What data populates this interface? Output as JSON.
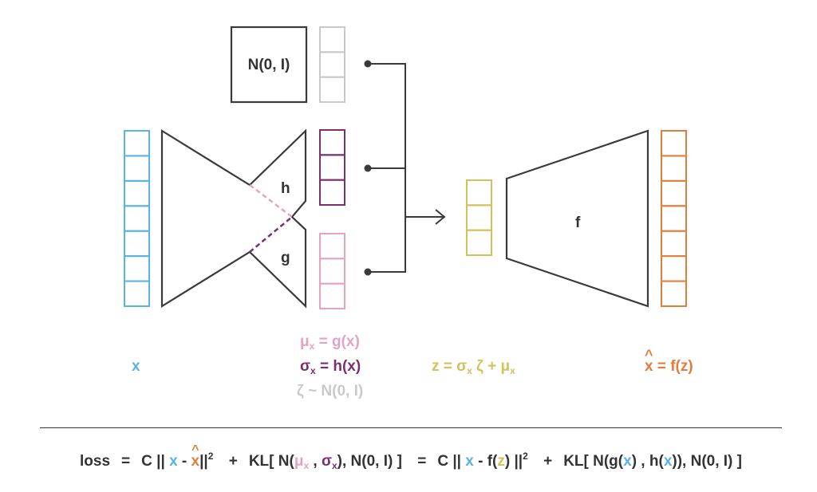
{
  "colors": {
    "x": "#5ab4e0",
    "mu": "#e3a3c3",
    "sigma": "#7b2f6c",
    "noise": "#c9c9c9",
    "z": "#cfc35a",
    "xhat": "#e07f3c",
    "ink": "#333333"
  },
  "diagram": {
    "noise_box_label": "N(0, I)",
    "h_label": "h",
    "g_label": "g",
    "f_label": "f"
  },
  "labels": {
    "x": "x",
    "mu_eq": {
      "lhs": "μ",
      "sub": "x",
      "rhs": " = g(x)"
    },
    "sigma_eq": {
      "lhs": "σ",
      "sub": "x",
      "rhs": " = h(x)"
    },
    "zeta_eq": "ζ ~ N(0, I)",
    "z_eq": {
      "lhs": "z = σ",
      "sub1": "x",
      "mid": " ζ + μ",
      "sub2": "x"
    },
    "xhat_eq": {
      "hat": "^",
      "var": "x",
      "rhs": " = f(z)"
    }
  },
  "loss": {
    "loss_word": "loss",
    "eq": "=",
    "c": "C ||",
    "x": "x",
    "minus": " - ",
    "xhat": "x",
    "hat": "^",
    "norm_close": "||",
    "sq": "2",
    "plus": "+",
    "kl_open": "KL[ N(",
    "mu": "μ",
    "sub_x": "x",
    "comma": " , ",
    "sigma": "σ",
    "kl_close": "), N(0, I) ]",
    "f_open": " - f(",
    "z": "z",
    "f_close": ") ||",
    "kl2_open": "KL[ N(g(",
    "kl2_mid": ") , h(",
    "kl2_close": ")), N(0, I) ]"
  }
}
